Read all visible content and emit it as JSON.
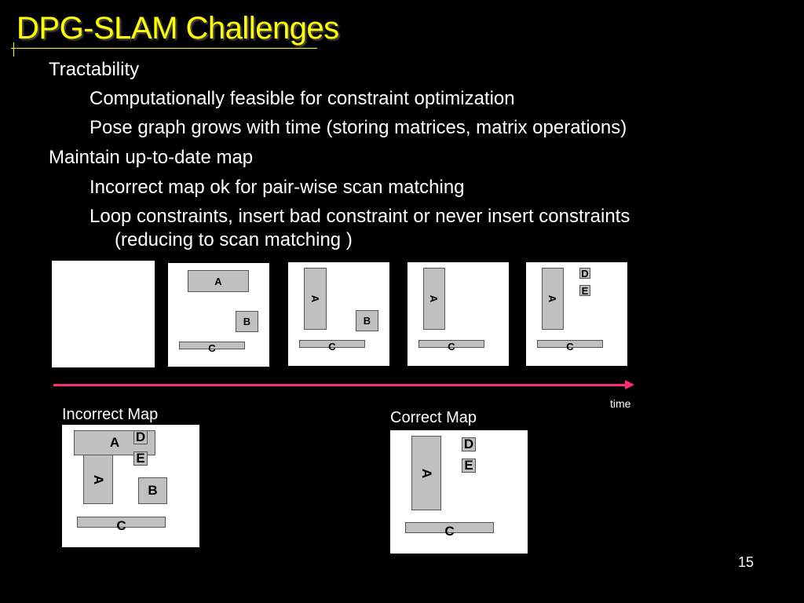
{
  "slide": {
    "title": "DPG-SLAM Challenges",
    "page_number": "15"
  },
  "bullets": [
    {
      "text": "Tractability"
    },
    {
      "text": "Computationally feasible for constraint optimization"
    },
    {
      "text": "Pose graph grows with time (storing matrices, matrix operations)"
    },
    {
      "text": "Maintain up-to-date map"
    },
    {
      "text": "Incorrect map ok for pair-wise scan matching"
    },
    {
      "text": "Loop constraints, insert bad constraint or never insert constraints"
    },
    {
      "text": "(reducing to scan matching )"
    }
  ],
  "timeline": {
    "label": "time",
    "color": "#ff2a7a",
    "frames": [
      {
        "blocks": []
      },
      {
        "blocks": [
          "A",
          "B",
          "C"
        ]
      },
      {
        "blocks": [
          "A",
          "B",
          "C"
        ]
      },
      {
        "blocks": [
          "A",
          "C"
        ]
      },
      {
        "blocks": [
          "A",
          "D",
          "E",
          "C"
        ]
      }
    ]
  },
  "maps": {
    "incorrect": {
      "caption": "Incorrect Map",
      "blocks": [
        "A",
        "A",
        "D",
        "E",
        "B",
        "C"
      ]
    },
    "correct": {
      "caption": "Correct Map",
      "blocks": [
        "A",
        "D",
        "E",
        "C"
      ]
    }
  },
  "colors": {
    "title": "#ffff00",
    "background": "#000000",
    "block_fill": "#c0c0c0"
  }
}
